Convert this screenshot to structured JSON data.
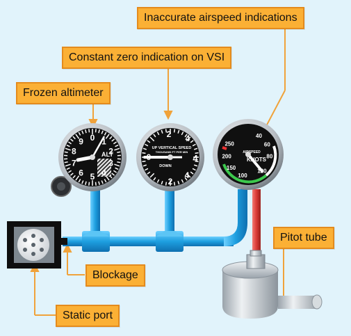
{
  "labels": {
    "airspeed": "Inaccurate airspeed indications",
    "vsi": "Constant zero indication on VSI",
    "altimeter": "Frozen altimeter",
    "pitot": "Pitot tube",
    "blockage": "Blockage",
    "static_port": "Static port"
  },
  "altimeter": {
    "dial_numbers": [
      "0",
      "1",
      "2",
      "3",
      "4",
      "5",
      "6",
      "7",
      "8",
      "9"
    ],
    "label": "ALT"
  },
  "vsi": {
    "numbers_top": [
      "2",
      "4"
    ],
    "numbers_right": [
      "4"
    ],
    "numbers_bottom": [
      "2",
      "4"
    ],
    "center_number": "0",
    "up_text": "UP VERTICAL SPEED",
    "sub_text": "THOUSAND FT PER MIN",
    "down_text": "DOWN"
  },
  "airspeed": {
    "numbers": [
      "250",
      "40",
      "200",
      "60",
      "150",
      "80",
      "100",
      "120"
    ],
    "label": "KNOTS",
    "label2": "AIRSPEED"
  },
  "colors": {
    "callout_fill": "#fbb035",
    "callout_border": "#e48b1d",
    "static_line": "#1e9fe0",
    "pitot_line": "#d93a36",
    "background": "#e1f3fb"
  }
}
